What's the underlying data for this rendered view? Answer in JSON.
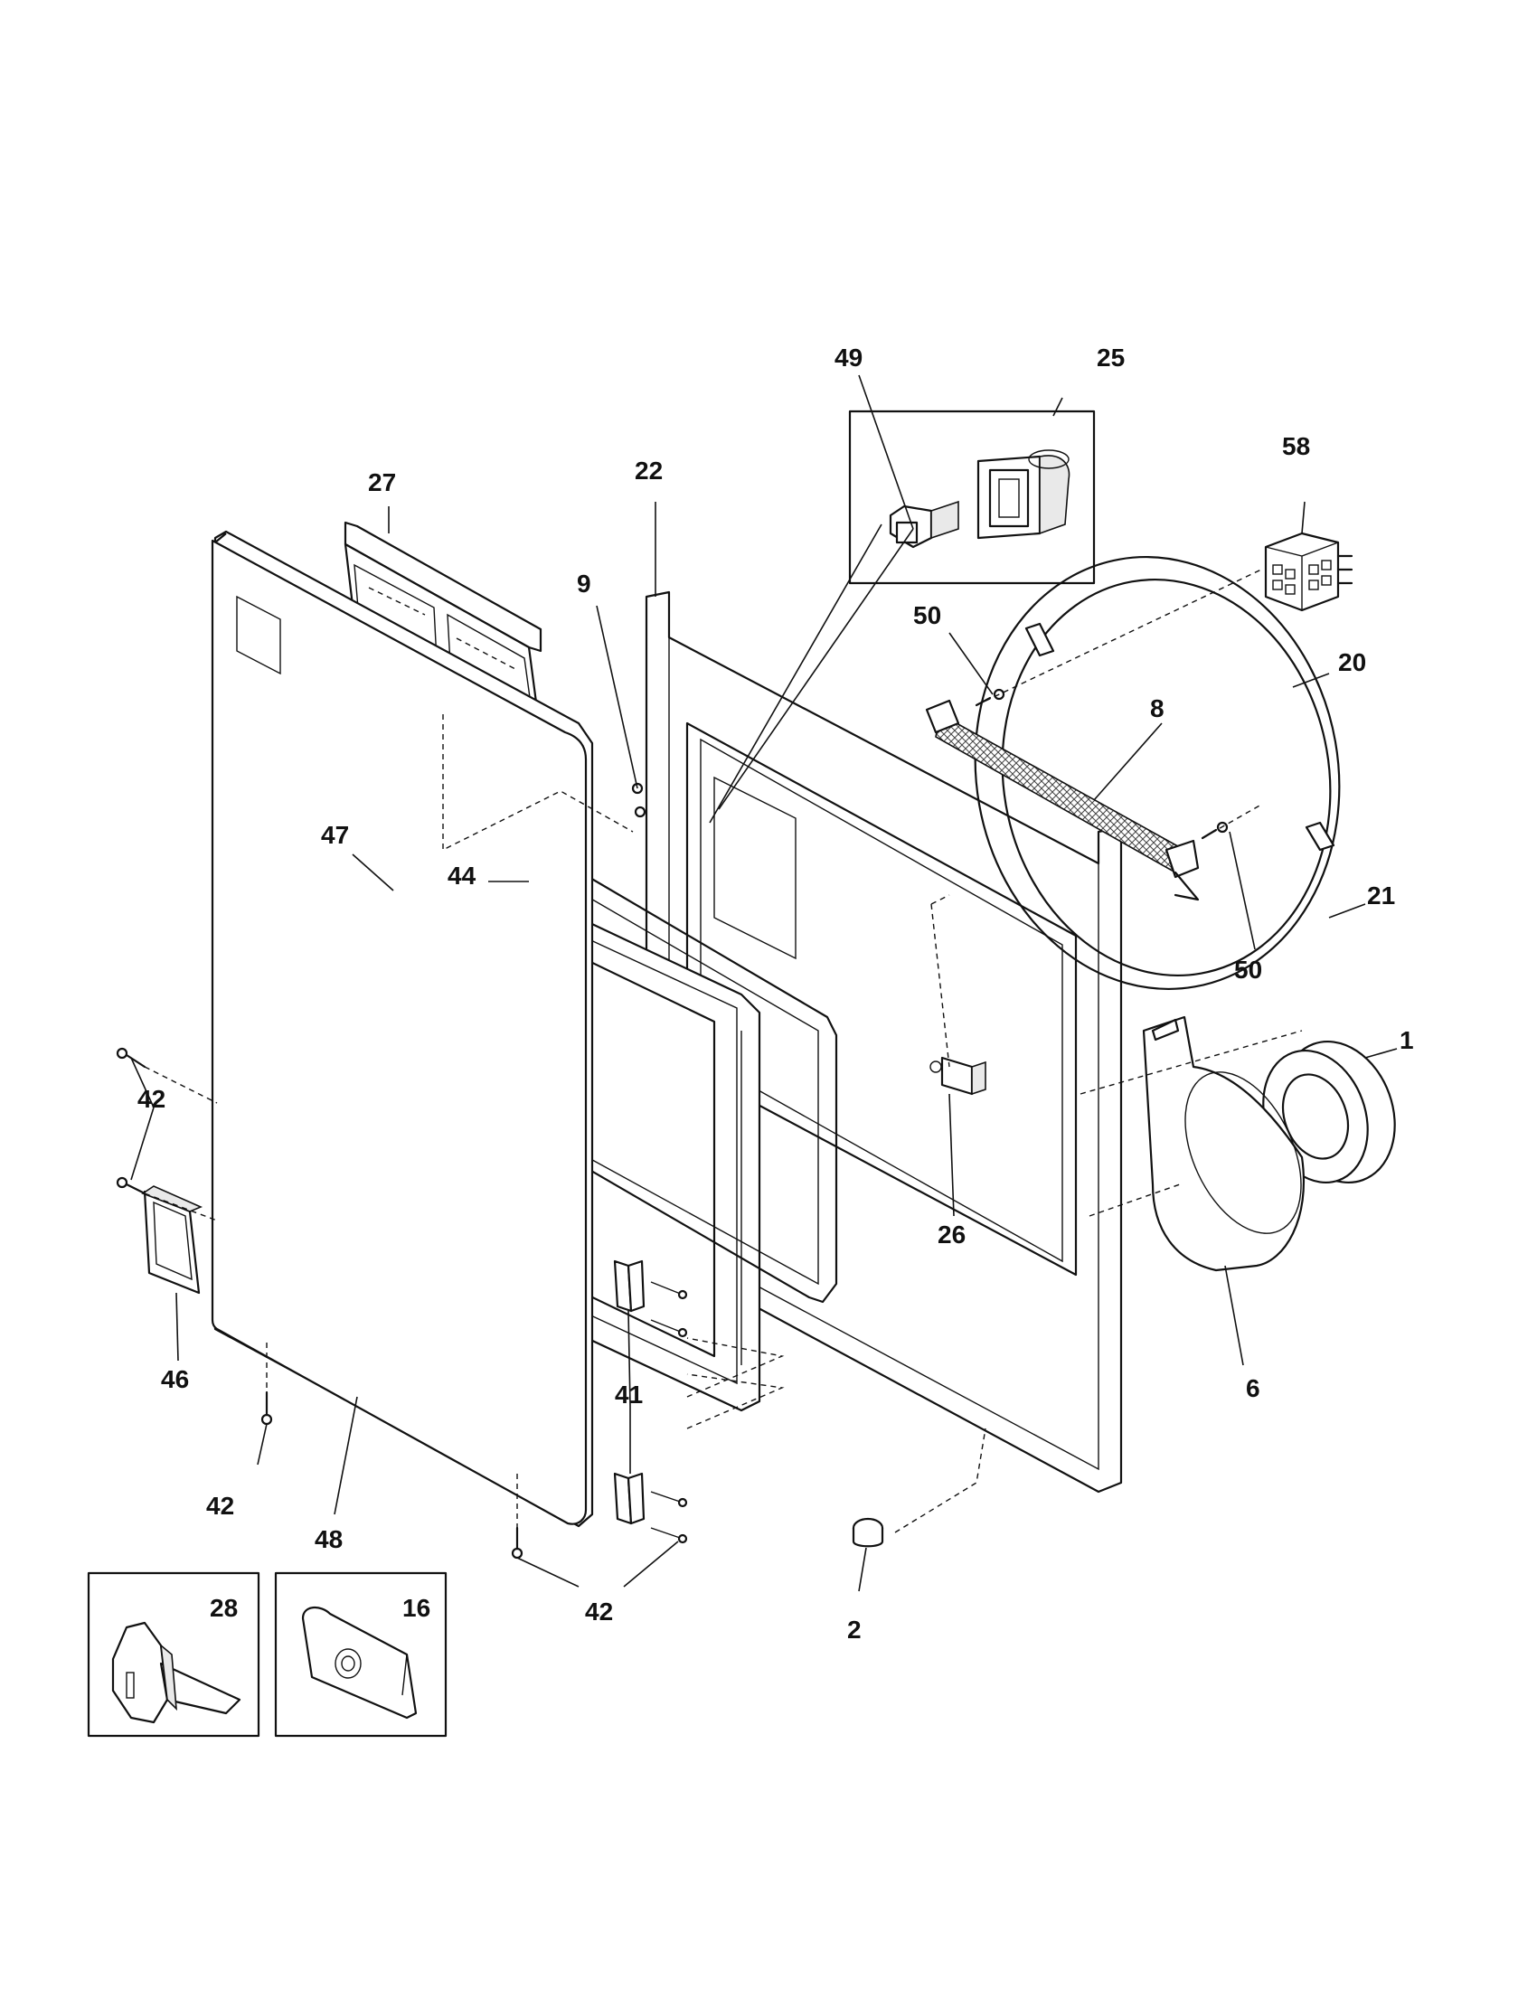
{
  "callouts": {
    "c49": "49",
    "c25": "25",
    "c58": "58",
    "c27": "27",
    "c22": "22",
    "c9": "9",
    "c50a": "50",
    "c20": "20",
    "c8": "8",
    "c47": "47",
    "c44": "44",
    "c50b": "50",
    "c21": "21",
    "c1": "1",
    "c42a": "42",
    "c46": "46",
    "c26": "26",
    "c6": "6",
    "c41": "41",
    "c42b": "42",
    "c48": "48",
    "c42c": "42",
    "c2": "2",
    "c28": "28",
    "c16": "16"
  }
}
